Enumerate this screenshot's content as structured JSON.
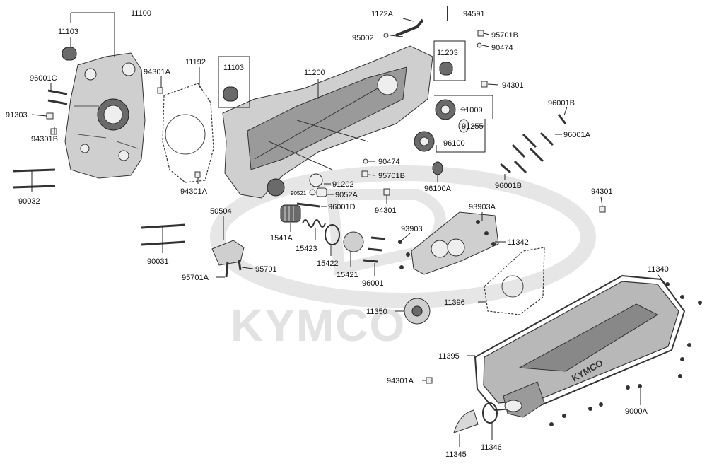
{
  "watermark": {
    "text": "KYMCO",
    "cover_brand": "KYMCO"
  },
  "labels": [
    {
      "id": "p11100",
      "text": "11100"
    },
    {
      "id": "p11103a",
      "text": "11103"
    },
    {
      "id": "p11192",
      "text": "11192"
    },
    {
      "id": "p94301Aa",
      "text": "94301A"
    },
    {
      "id": "p96001C",
      "text": "96001C"
    },
    {
      "id": "p91303",
      "text": "91303"
    },
    {
      "id": "p94301B",
      "text": "94301B"
    },
    {
      "id": "p90032",
      "text": "90032"
    },
    {
      "id": "p94301Ab",
      "text": "94301A"
    },
    {
      "id": "p11103b",
      "text": "11103"
    },
    {
      "id": "p11200",
      "text": "11200"
    },
    {
      "id": "p1122A",
      "text": "1122A"
    },
    {
      "id": "p94591",
      "text": "94591"
    },
    {
      "id": "p95002",
      "text": "95002"
    },
    {
      "id": "p95701Ba",
      "text": "95701B"
    },
    {
      "id": "p90474a",
      "text": "90474"
    },
    {
      "id": "p11203",
      "text": "11203"
    },
    {
      "id": "p94301a",
      "text": "94301"
    },
    {
      "id": "p91009",
      "text": "91009"
    },
    {
      "id": "p91255",
      "text": "91255"
    },
    {
      "id": "p96100",
      "text": "96100"
    },
    {
      "id": "p96001B1",
      "text": "96001B"
    },
    {
      "id": "p96001A",
      "text": "96001A"
    },
    {
      "id": "p96001B2",
      "text": "96001B"
    },
    {
      "id": "p96100A",
      "text": "96100A"
    },
    {
      "id": "p90474b",
      "text": "90474"
    },
    {
      "id": "p95701Bb",
      "text": "95701B"
    },
    {
      "id": "p91202",
      "text": "91202"
    },
    {
      "id": "p90521",
      "text": "90521"
    },
    {
      "id": "p9052A",
      "text": "9052A"
    },
    {
      "id": "p96001D",
      "text": "96001D"
    },
    {
      "id": "p94301b",
      "text": "94301"
    },
    {
      "id": "p94301c",
      "text": "94301"
    },
    {
      "id": "p50504",
      "text": "50504"
    },
    {
      "id": "p90031",
      "text": "90031"
    },
    {
      "id": "p95701A",
      "text": "95701A"
    },
    {
      "id": "p95701",
      "text": "95701"
    },
    {
      "id": "p1541A",
      "text": "1541A"
    },
    {
      "id": "p15423",
      "text": "15423"
    },
    {
      "id": "p15422",
      "text": "15422"
    },
    {
      "id": "p15421",
      "text": "15421"
    },
    {
      "id": "p93903",
      "text": "93903"
    },
    {
      "id": "p93903A",
      "text": "93903A"
    },
    {
      "id": "p11342",
      "text": "11342"
    },
    {
      "id": "p96001",
      "text": "96001"
    },
    {
      "id": "p11340",
      "text": "11340"
    },
    {
      "id": "p11396",
      "text": "11396"
    },
    {
      "id": "p11350",
      "text": "11350"
    },
    {
      "id": "p11395",
      "text": "11395"
    },
    {
      "id": "p94301Ac",
      "text": "94301A"
    },
    {
      "id": "p9000A",
      "text": "9000A"
    },
    {
      "id": "p11345",
      "text": "11345"
    },
    {
      "id": "p11346",
      "text": "11346"
    }
  ]
}
